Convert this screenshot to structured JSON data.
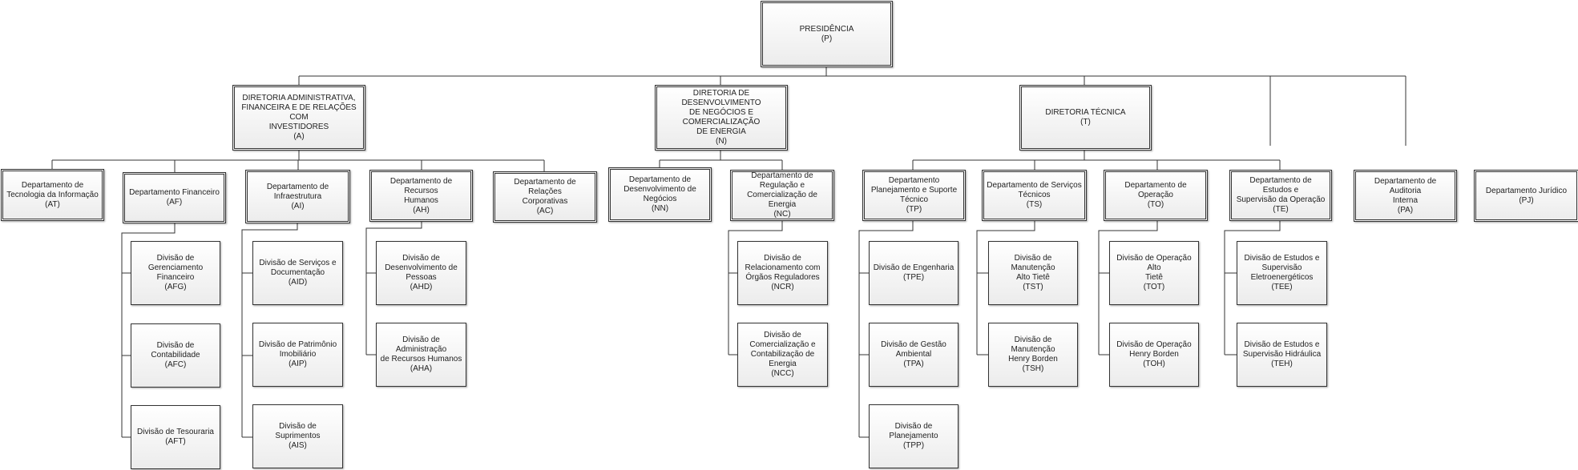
{
  "nodes": {
    "p": {
      "name": "PRESIDÊNCIA",
      "code": "(P)"
    },
    "a": {
      "name": "DIRETORIA ADMINISTRATIVA,\nFINANCEIRA E DE RELAÇÕES COM\nINVESTIDORES",
      "code": "(A)"
    },
    "n": {
      "name": "DIRETORIA DE DESENVOLVIMENTO\nDE NEGÓCIOS E COMERCIALIZAÇÃO\nDE ENERGIA",
      "code": "(N)"
    },
    "t": {
      "name": "DIRETORIA TÉCNICA",
      "code": "(T)"
    },
    "pa": {
      "name": "Departamento de Auditoria\nInterna",
      "code": "(PA)"
    },
    "pj": {
      "name": "Departamento Jurídico",
      "code": "(PJ)"
    },
    "at": {
      "name": "Departamento de\nTecnologia da Informação",
      "code": "(AT)"
    },
    "af": {
      "name": "Departamento Financeiro",
      "code": "(AF)"
    },
    "ai": {
      "name": "Departamento de\nInfraestrutura",
      "code": "(AI)"
    },
    "ah": {
      "name": "Departamento de Recursos\nHumanos",
      "code": "(AH)"
    },
    "ac": {
      "name": "Departamento de Relações\nCorporativas",
      "code": "(AC)"
    },
    "nn": {
      "name": "Departamento de\nDesenvolvimento de\nNegócios",
      "code": "(NN)"
    },
    "nc": {
      "name": "Departamento de\nRegulação e\nComercialização de Energia",
      "code": "(NC)"
    },
    "tp": {
      "name": "Departamento\nPlanejamento e Suporte\nTécnico",
      "code": "(TP)"
    },
    "ts": {
      "name": "Departamento de Serviços\nTécnicos",
      "code": "(TS)"
    },
    "to": {
      "name": "Departamento de Operação",
      "code": "(TO)"
    },
    "te": {
      "name": "Departamento de Estudos e\nSupervisão da Operação",
      "code": "(TE)"
    },
    "afg": {
      "name": "Divisão de\nGerenciamento\nFinanceiro",
      "code": "(AFG)"
    },
    "afc": {
      "name": "Divisão de Contabilidade",
      "code": "(AFC)"
    },
    "aft": {
      "name": "Divisão de Tesouraria",
      "code": "(AFT)"
    },
    "aid": {
      "name": "Divisão de Serviços e\nDocumentação",
      "code": "(AID)"
    },
    "aip": {
      "name": "Divisão de Patrimônio\nImobiliário",
      "code": "(AIP)"
    },
    "ais": {
      "name": "Divisão de Suprimentos",
      "code": "(AIS)"
    },
    "ahd": {
      "name": "Divisão de\nDesenvolvimento de\nPessoas",
      "code": "(AHD)"
    },
    "aha": {
      "name": "Divisão de Administração\nde Recursos Humanos",
      "code": "(AHA)"
    },
    "ncr": {
      "name": "Divisão de\nRelacionamento com\nÓrgãos Reguladores",
      "code": "(NCR)"
    },
    "ncc": {
      "name": "Divisão de\nComercialização e\nContabilização de Energia",
      "code": "(NCC)"
    },
    "tpe": {
      "name": "Divisão de Engenharia",
      "code": "(TPE)"
    },
    "tpa": {
      "name": "Divisão de Gestão\nAmbiental",
      "code": "(TPA)"
    },
    "tpp": {
      "name": "Divisão de Planejamento",
      "code": "(TPP)"
    },
    "tst": {
      "name": "Divisão de Manutenção\nAlto Tietê",
      "code": "(TST)"
    },
    "tsh": {
      "name": "Divisão de Manutenção\nHenry Borden",
      "code": "(TSH)"
    },
    "tot": {
      "name": "Divisão de Operação Alto\nTietê",
      "code": "(TOT)"
    },
    "toh": {
      "name": "Divisão de Operação\nHenry Borden",
      "code": "(TOH)"
    },
    "tee": {
      "name": "Divisão de Estudos e\nSupervisão\nEletroenergéticos",
      "code": "(TEE)"
    },
    "teh": {
      "name": "Divisão de  Estudos e\nSupervisão Hidráulica",
      "code": "(TEH)"
    }
  }
}
